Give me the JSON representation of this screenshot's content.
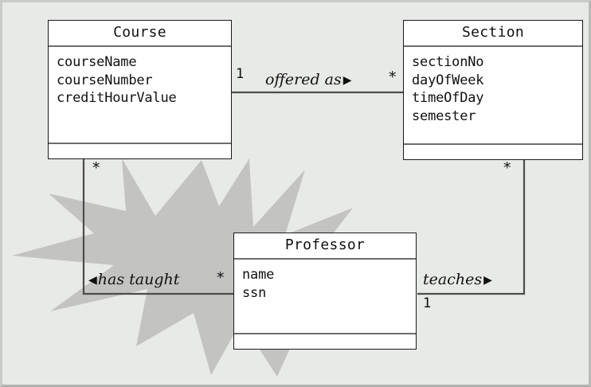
{
  "diagram": {
    "kind": "uml-class-diagram",
    "background_color": "#e8eae7",
    "frame_color": "#c9cbc8",
    "line_color": "#4c4c4c",
    "box_fill": "#ffffff",
    "box_border": "#1a1a1a",
    "burst_color": "#c3c4c2"
  },
  "classes": [
    {
      "id": "course",
      "name": "Course",
      "attributes": [
        "courseName",
        "courseNumber",
        "creditHourValue"
      ],
      "operations": []
    },
    {
      "id": "section",
      "name": "Section",
      "attributes": [
        "sectionNo",
        "dayOfWeek",
        "timeOfDay",
        "semester"
      ],
      "operations": []
    },
    {
      "id": "professor",
      "name": "Professor",
      "attributes": [
        "name",
        "ssn"
      ],
      "operations": []
    }
  ],
  "associations": [
    {
      "id": "offered-as",
      "label": "offered as",
      "direction_marker": "▶",
      "from": "Course",
      "to": "Section",
      "from_multiplicity": "1",
      "to_multiplicity": "*"
    },
    {
      "id": "has-taught",
      "label": "has taught",
      "direction_marker": "◀",
      "from": "Professor",
      "to": "Course",
      "from_multiplicity": "*",
      "to_multiplicity": "*"
    },
    {
      "id": "teaches",
      "label": "teaches",
      "direction_marker": "▶",
      "from": "Professor",
      "to": "Section",
      "from_multiplicity": "1",
      "to_multiplicity": "*"
    }
  ],
  "multiplicity_markers": {
    "course_to_section": "1",
    "section_from_course": "*",
    "course_to_professor": "*",
    "professor_to_course": "*",
    "section_to_professor": "*",
    "professor_to_section": "1"
  },
  "annotation": {
    "shape": "starburst",
    "label": "highlight-burst"
  }
}
